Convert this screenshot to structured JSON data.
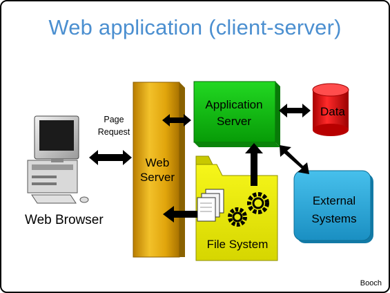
{
  "slide": {
    "title": "Web application (client-server)",
    "credit": "Booch"
  },
  "diagram": {
    "browser_label": "Web Browser",
    "request_line1": "Page",
    "request_line2": "Request",
    "web_server_line1": "Web",
    "web_server_line2": "Server",
    "app_server_line1": "Application",
    "app_server_line2": "Server",
    "data_label": "Data",
    "external_line1": "External",
    "external_line2": "Systems",
    "file_system_label": "File System"
  },
  "colors": {
    "title": "#4b8fd0",
    "web_server": "#e3a90d",
    "app_server": "#0cb70c",
    "data_cylinder": "#d90000",
    "external_systems": "#29a7d6",
    "file_system": "#e6e600"
  },
  "icons": [
    "computer-icon",
    "documents-icon",
    "gears-icon"
  ]
}
